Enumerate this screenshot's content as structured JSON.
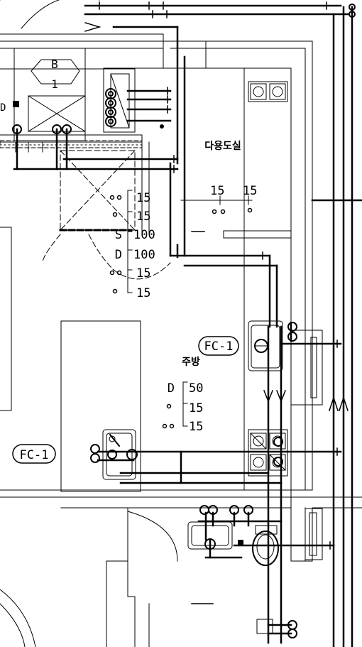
{
  "rooms": {
    "utility": "다용도실",
    "kitchen": "주방"
  },
  "tags": {
    "fc_right": "FC-1",
    "fc_left": "FC-1",
    "b_top": "B",
    "b_bottom": "1",
    "d_small": "D"
  },
  "pipe_sizes": {
    "center": [
      "15",
      "15",
      "100",
      "100",
      "15",
      "15"
    ],
    "center_prefix": [
      "",
      "",
      "S",
      "D",
      "",
      ""
    ],
    "utility": [
      "15",
      "15"
    ],
    "kitchen": [
      "50",
      "15",
      "15"
    ],
    "kitchen_prefix": [
      "D",
      "",
      ""
    ]
  },
  "colors": {
    "line": "#000000",
    "background": "#ffffff"
  }
}
